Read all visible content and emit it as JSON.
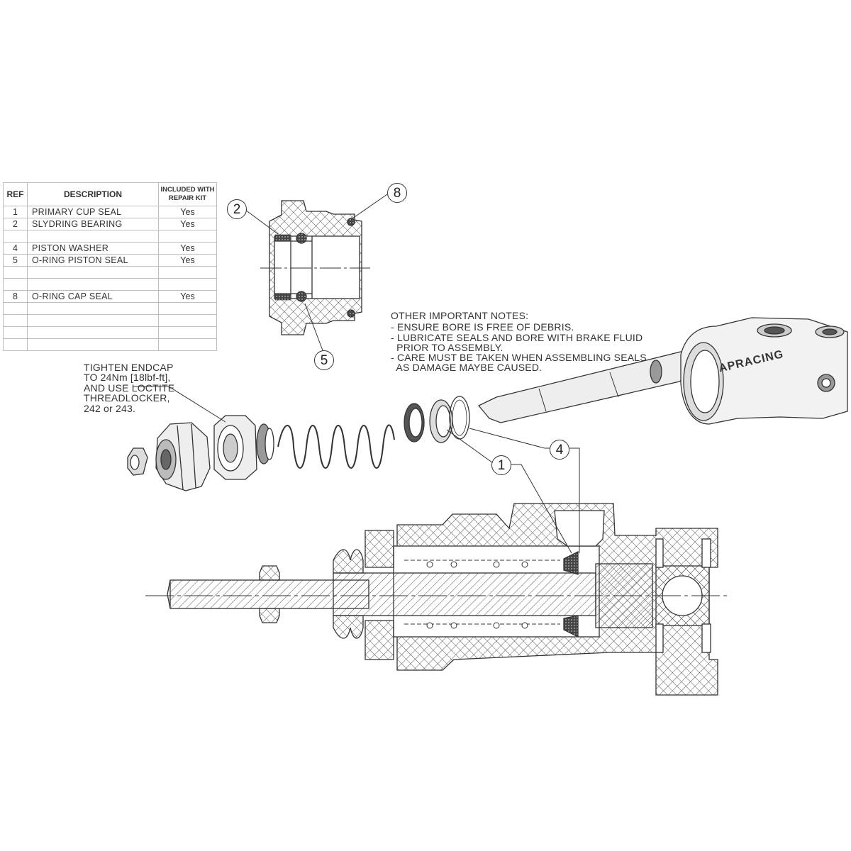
{
  "table": {
    "headers": {
      "ref": "REF",
      "description": "DESCRIPTION",
      "kit": "INCLUDED WITH REPAIR KIT"
    },
    "rows": [
      {
        "ref": "1",
        "description": "PRIMARY CUP SEAL",
        "kit": "Yes"
      },
      {
        "ref": "2",
        "description": "SLYDRING BEARING",
        "kit": "Yes"
      },
      {
        "ref": "",
        "description": "",
        "kit": ""
      },
      {
        "ref": "4",
        "description": "PISTON WASHER",
        "kit": "Yes"
      },
      {
        "ref": "5",
        "description": "O-RING PISTON SEAL",
        "kit": "Yes"
      },
      {
        "ref": "",
        "description": "",
        "kit": ""
      },
      {
        "ref": "",
        "description": "",
        "kit": ""
      },
      {
        "ref": "8",
        "description": "O-RING CAP SEAL",
        "kit": "Yes"
      },
      {
        "ref": "",
        "description": "",
        "kit": ""
      },
      {
        "ref": "",
        "description": "",
        "kit": ""
      },
      {
        "ref": "",
        "description": "",
        "kit": ""
      },
      {
        "ref": "",
        "description": "",
        "kit": ""
      }
    ]
  },
  "notes": {
    "title": "OTHER IMPORTANT NOTES:",
    "lines": [
      "- ENSURE BORE IS FREE OF DEBRIS.",
      "- LUBRICATE SEALS AND BORE WITH BRAKE FLUID",
      "  PRIOR TO ASSEMBLY.",
      "- CARE MUST BE TAKEN WHEN ASSEMBLING SEALS",
      "  AS DAMAGE MAYBE CAUSED."
    ]
  },
  "endcap_note": {
    "lines": [
      "TIGHTEN ENDCAP",
      "TO 24Nm [18lbf-ft],",
      "AND USE LOCTITE",
      "THREADLOCKER,",
      "242 or 243."
    ]
  },
  "callouts": {
    "c1": "1",
    "c2": "2",
    "c4": "4",
    "c5": "5",
    "c8": "8"
  },
  "brand": {
    "logo_text": "APRACING"
  }
}
